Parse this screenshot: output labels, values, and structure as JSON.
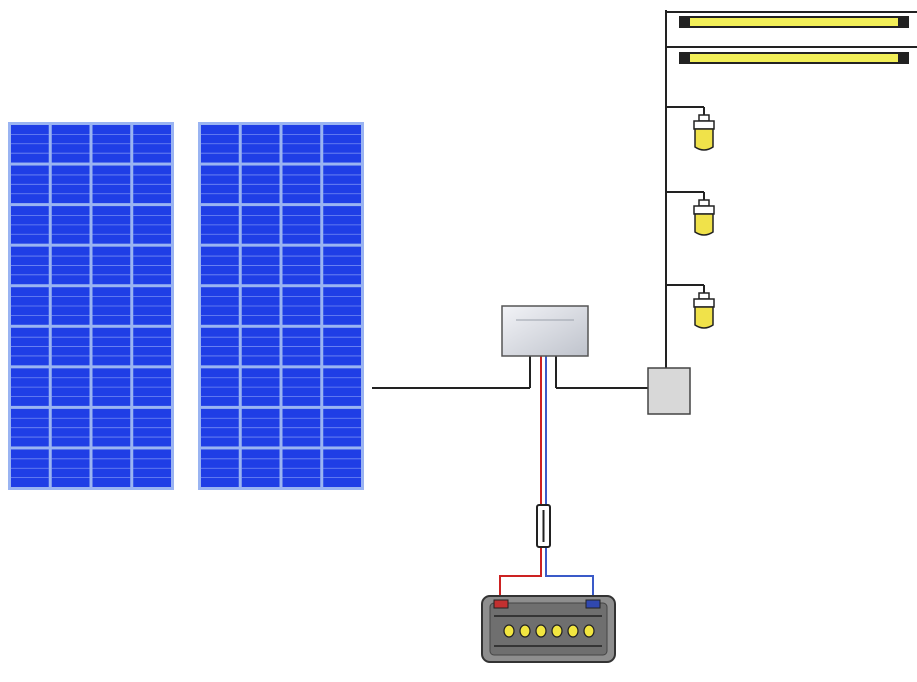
{
  "diagram": {
    "components": {
      "solar_panels": {
        "count": 2,
        "rows": 9,
        "cols": 4,
        "icon": "solar-panel-icon"
      },
      "charge_controller": {
        "icon": "charge-controller-icon"
      },
      "junction_box": {
        "icon": "junction-box-icon"
      },
      "fuse": {
        "icon": "fuse-icon"
      },
      "battery": {
        "icon": "battery-icon",
        "cell_count": 6
      },
      "fluorescent_tubes": {
        "count": 2,
        "icon": "fluorescent-tube-icon"
      },
      "bulbs": {
        "count": 3,
        "icon": "light-bulb-icon"
      }
    },
    "colors": {
      "panel_cell": "#1f3ee6",
      "panel_frame": "#9ab4f2",
      "panel_gridline": "#b8c8ff",
      "wire": "#222222",
      "wire_positive": "#cc2222",
      "wire_negative": "#3a5ac8",
      "controller_body": "#d9dce3",
      "junction_box": "#d8d8d8",
      "battery_body": "#8e8e8e",
      "battery_cell": "#f2e640",
      "tube_light": "#f2ef58",
      "bulb": "#f0e24a",
      "terminal_positive": "#c23030",
      "terminal_negative": "#3048b0"
    }
  }
}
